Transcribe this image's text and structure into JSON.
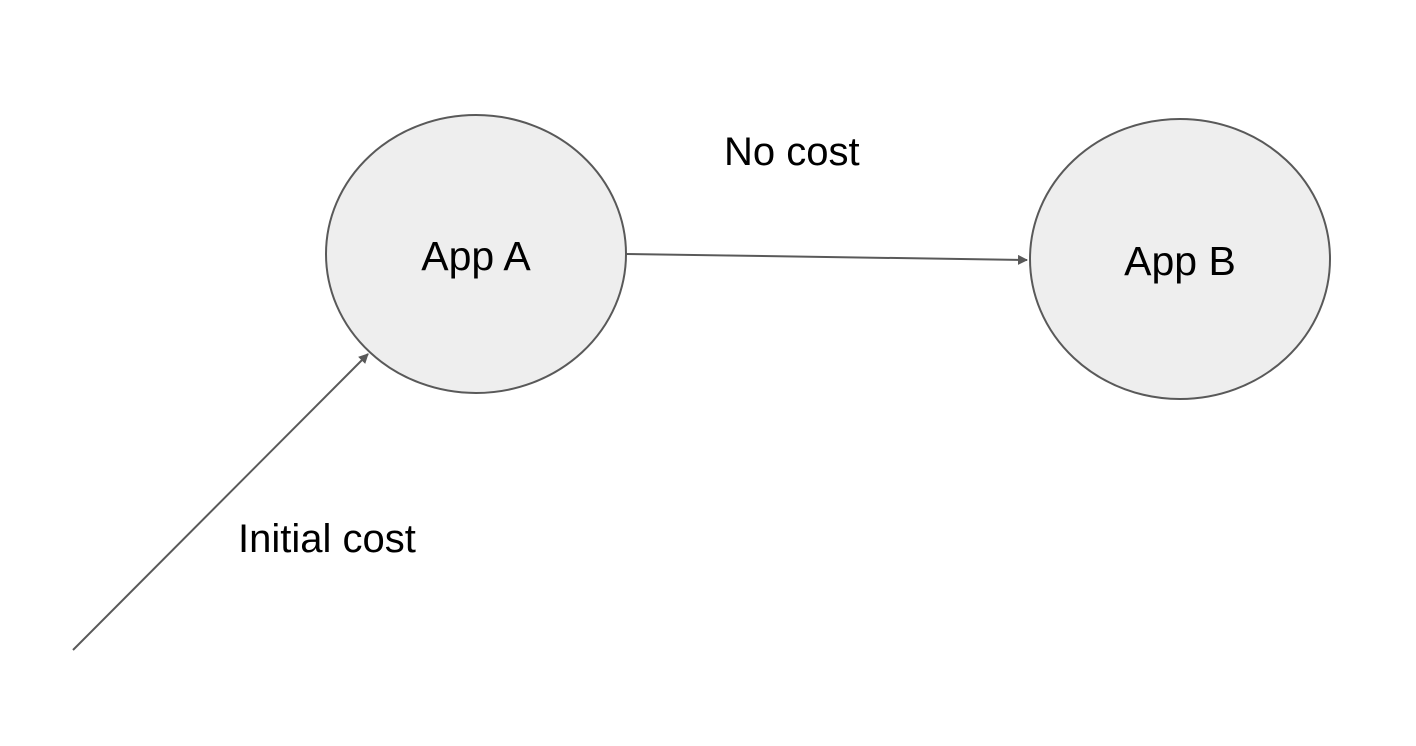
{
  "nodes": [
    {
      "id": "app-a",
      "label": "App A"
    },
    {
      "id": "app-b",
      "label": "App B"
    }
  ],
  "edges": [
    {
      "from": "",
      "to": "app-a",
      "label": "Initial cost"
    },
    {
      "from": "app-a",
      "to": "app-b",
      "label": "No cost"
    }
  ],
  "colors": {
    "node_fill": "#eeeeee",
    "stroke": "#595959",
    "text": "#000000",
    "background": "#ffffff"
  }
}
